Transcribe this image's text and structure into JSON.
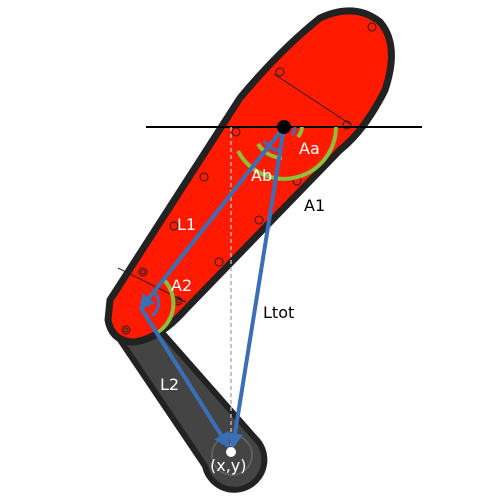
{
  "labels": {
    "angle_a": "Aa",
    "angle_b": "Ab",
    "angle_1": "A1",
    "angle_2": "A2",
    "link_1": "L1",
    "link_2": "L2",
    "total_length": "Ltot",
    "end_point": "(x,y)"
  },
  "colors": {
    "upper_link_fill": "#ff1a00",
    "lower_link_fill": "#444444",
    "outline": "#222222",
    "vector": "#3a6fb8",
    "angle_arc": "#8fbf3a",
    "reference_line": "#000000",
    "guide_dash": "#b0b0b0"
  }
}
